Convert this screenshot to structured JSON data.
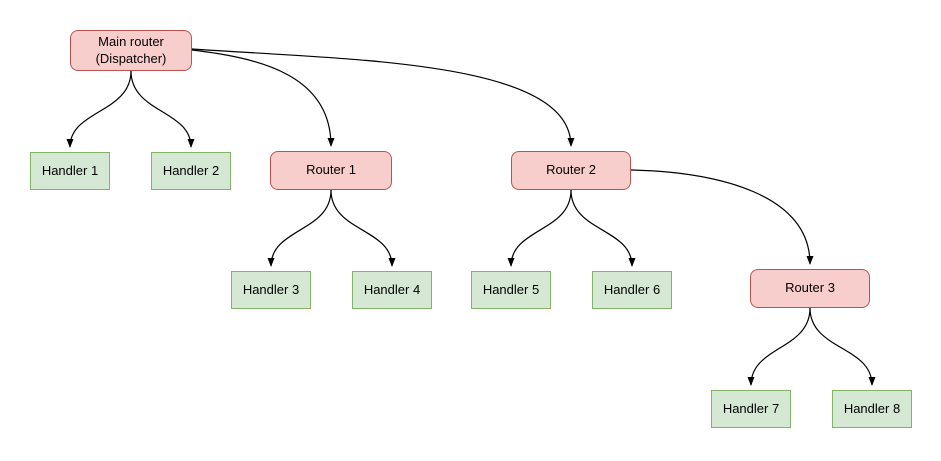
{
  "diagram": {
    "nodes": {
      "main": {
        "label": "Main router (Dispatcher)",
        "type": "router"
      },
      "handler1": {
        "label": "Handler 1",
        "type": "handler"
      },
      "handler2": {
        "label": "Handler 2",
        "type": "handler"
      },
      "router1": {
        "label": "Router 1",
        "type": "router"
      },
      "router2": {
        "label": "Router 2",
        "type": "router"
      },
      "handler3": {
        "label": "Handler 3",
        "type": "handler"
      },
      "handler4": {
        "label": "Handler 4",
        "type": "handler"
      },
      "handler5": {
        "label": "Handler 5",
        "type": "handler"
      },
      "handler6": {
        "label": "Handler 6",
        "type": "handler"
      },
      "router3": {
        "label": "Router 3",
        "type": "router"
      },
      "handler7": {
        "label": "Handler 7",
        "type": "handler"
      },
      "handler8": {
        "label": "Handler 8",
        "type": "handler"
      }
    },
    "edges": [
      {
        "from": "main",
        "to": "handler1"
      },
      {
        "from": "main",
        "to": "handler2"
      },
      {
        "from": "main",
        "to": "router1"
      },
      {
        "from": "main",
        "to": "router2"
      },
      {
        "from": "router1",
        "to": "handler3"
      },
      {
        "from": "router1",
        "to": "handler4"
      },
      {
        "from": "router2",
        "to": "handler5"
      },
      {
        "from": "router2",
        "to": "handler6"
      },
      {
        "from": "router2",
        "to": "router3"
      },
      {
        "from": "router3",
        "to": "handler7"
      },
      {
        "from": "router3",
        "to": "handler8"
      }
    ],
    "colors": {
      "router_fill": "#f8cecc",
      "router_border": "#b85450",
      "handler_fill": "#d5e8d4",
      "handler_border": "#82b366",
      "edge": "#000000",
      "background": "#ffffff"
    }
  }
}
